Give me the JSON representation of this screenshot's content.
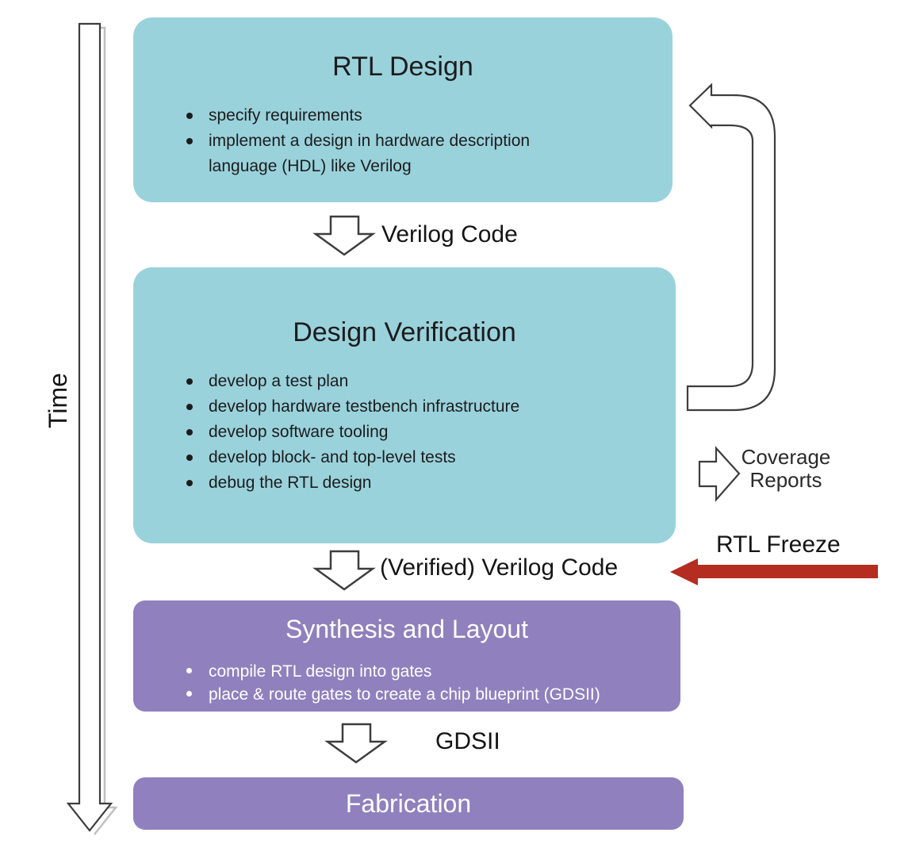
{
  "diagram": {
    "time_label": "Time",
    "boxes": {
      "rtl": {
        "title": "RTL Design",
        "bullets": [
          "specify requirements",
          "implement a design in hardware description language (HDL) like Verilog"
        ]
      },
      "verification": {
        "title": "Design Verification",
        "bullets": [
          "develop a test plan",
          "develop hardware testbench infrastructure",
          "develop software tooling",
          "develop block- and top-level tests",
          "debug the RTL design"
        ]
      },
      "synthesis": {
        "title": "Synthesis and Layout",
        "bullets": [
          "compile RTL design into gates",
          "place & route gates to create a chip blueprint (GDSII)"
        ]
      },
      "fabrication": {
        "title": "Fabrication"
      }
    },
    "labels": {
      "verilog_code": "Verilog Code",
      "verified_verilog_code": "(Verified) Verilog Code",
      "gdsii": "GDSII",
      "coverage_line1": "Coverage",
      "coverage_line2": "Reports",
      "rtl_freeze": "RTL Freeze"
    },
    "icons": [
      "time-down-arrow-icon",
      "flow-down-arrow-icon",
      "feedback-loop-arrow-icon",
      "coverage-reports-arrow-icon",
      "rtl-freeze-arrow-icon"
    ]
  },
  "colors": {
    "box-teal": "#9ad2dc",
    "box-purple": "#9080bd",
    "arrow-red": "#b52c20",
    "outline": "#3d3d3d",
    "text-dark": "#1c1c1c",
    "text-light": "#ffffff",
    "background": "#ffffff"
  }
}
